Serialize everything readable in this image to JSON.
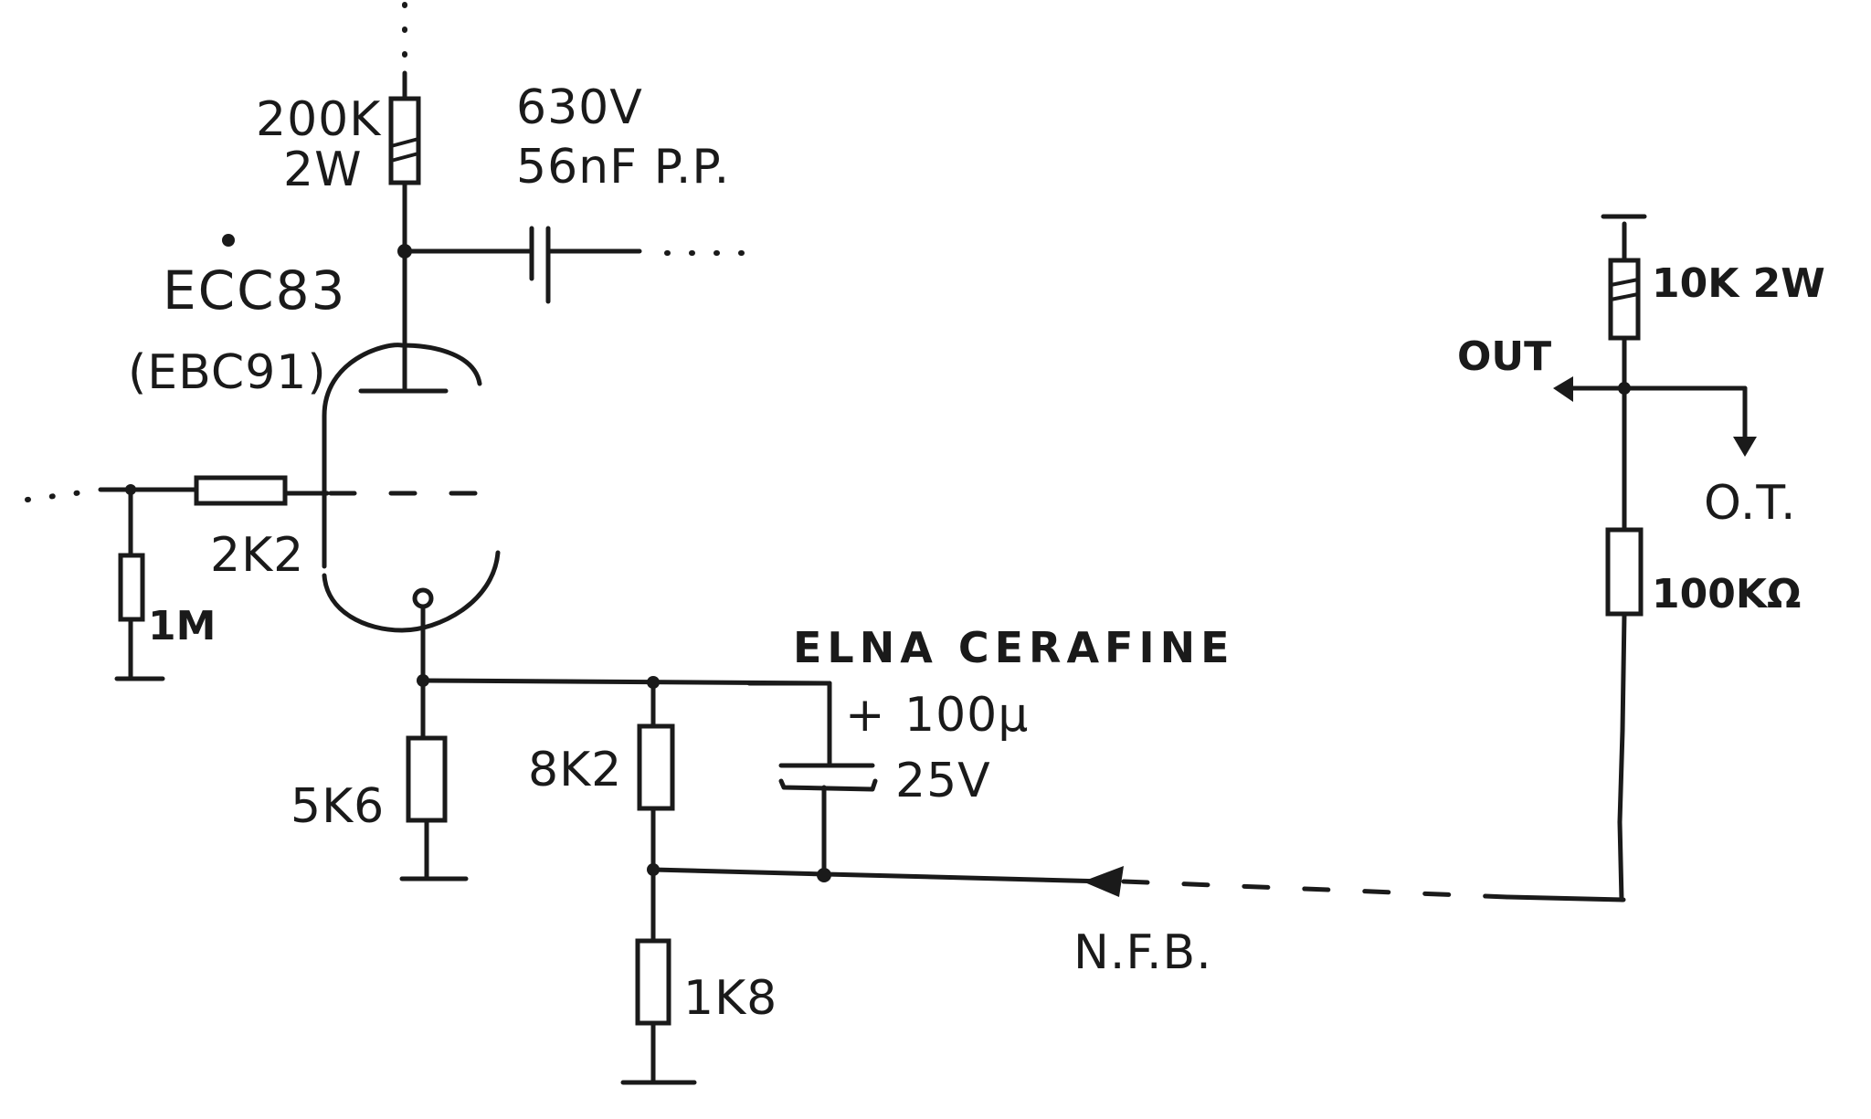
{
  "components": {
    "plate_resistor": {
      "value": "200K",
      "rating": "2W"
    },
    "coupling_capacitor": {
      "voltage": "630V",
      "value": "56nF P.P."
    },
    "tube": {
      "type": "ECC83",
      "alt": "(EBC91)"
    },
    "grid_stopper": {
      "value": "2K2"
    },
    "grid_leak": {
      "value": "1M"
    },
    "cathode_resistor": {
      "value": "5K6"
    },
    "feedback_resistor_upper": {
      "value": "8K2"
    },
    "feedback_resistor_lower": {
      "value": "1K8"
    },
    "bypass_capacitor": {
      "brand": "ELNA CERAFINE",
      "polarity": "+",
      "value": "100µ",
      "voltage": "25V"
    },
    "output_resistor": {
      "value": "10K 2W"
    },
    "feedback_series_resistor": {
      "value": "100KΩ"
    }
  },
  "labels": {
    "output": "OUT",
    "output_transformer": "O.T.",
    "feedback": "N.F.B."
  }
}
